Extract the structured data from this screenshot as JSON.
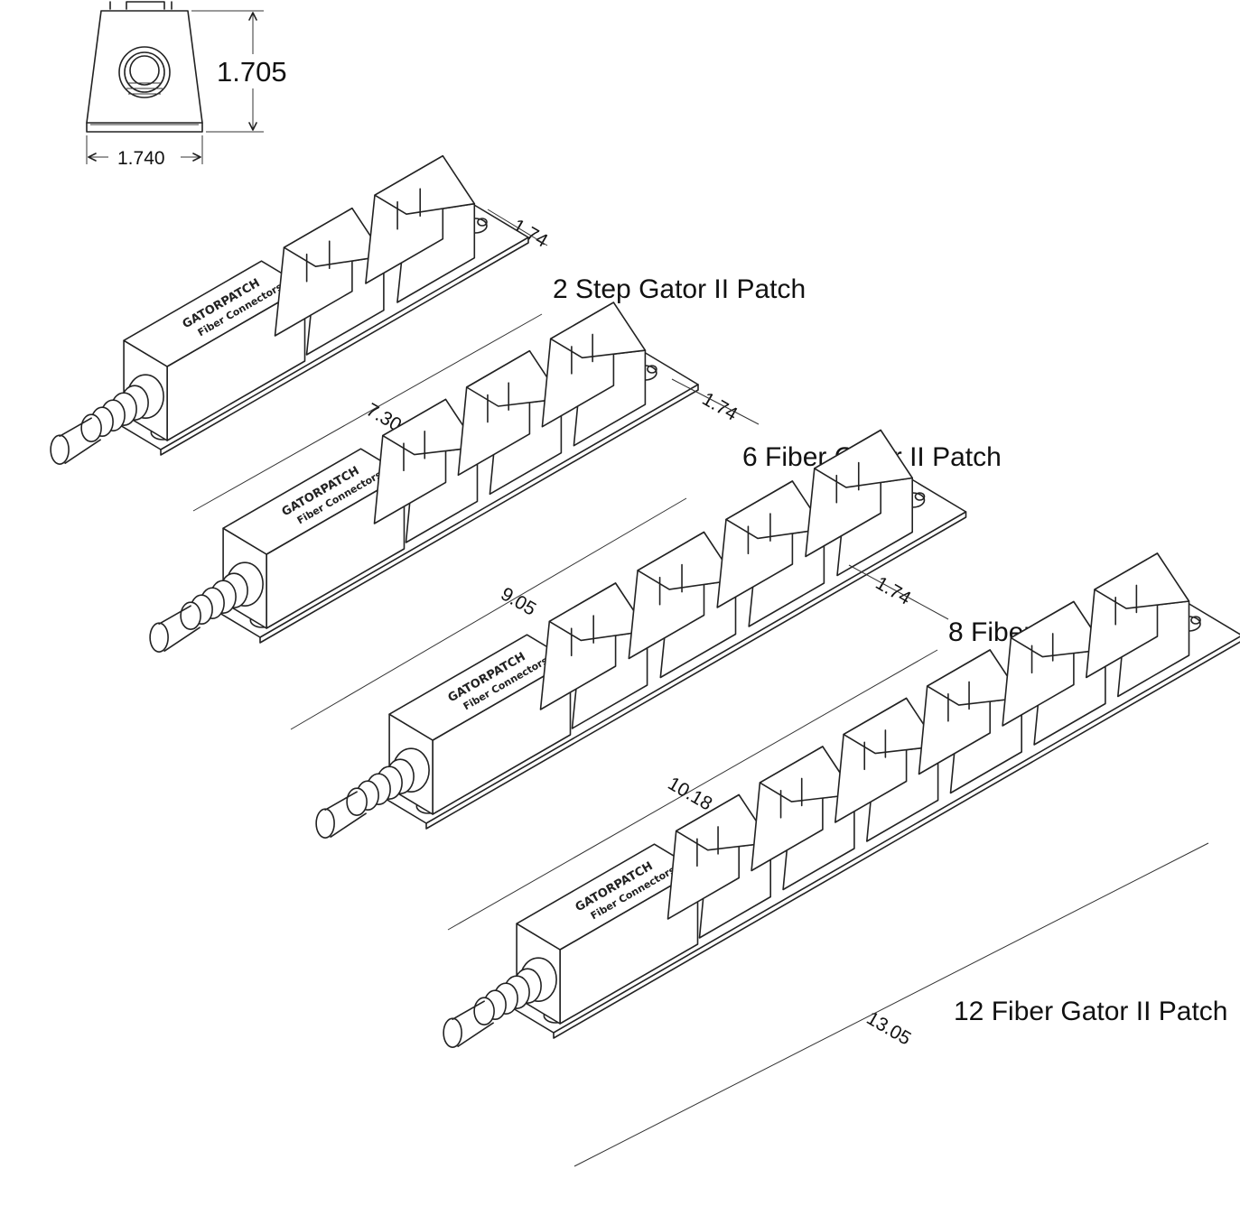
{
  "front_view": {
    "height_dim": "1.705",
    "width_dim": "1.740"
  },
  "panels": [
    {
      "label": "2 Step Gator II Patch",
      "length_dim": "7.30",
      "pitch_dim": "1.74",
      "ports": 2
    },
    {
      "label": "6 Fiber Gator II Patch",
      "length_dim": "9.05",
      "pitch_dim": "1.74",
      "ports": 3
    },
    {
      "label": "8 Fiber Gator II Patch",
      "length_dim": "10.18",
      "pitch_dim": "1.74",
      "ports": 4
    },
    {
      "label": "12 Fiber Gator II Patch",
      "length_dim": "13.05",
      "pitch_dim": "",
      "ports": 6
    }
  ],
  "logo": {
    "line1": "GATORPATCH",
    "line2": "Fiber Connectors"
  }
}
